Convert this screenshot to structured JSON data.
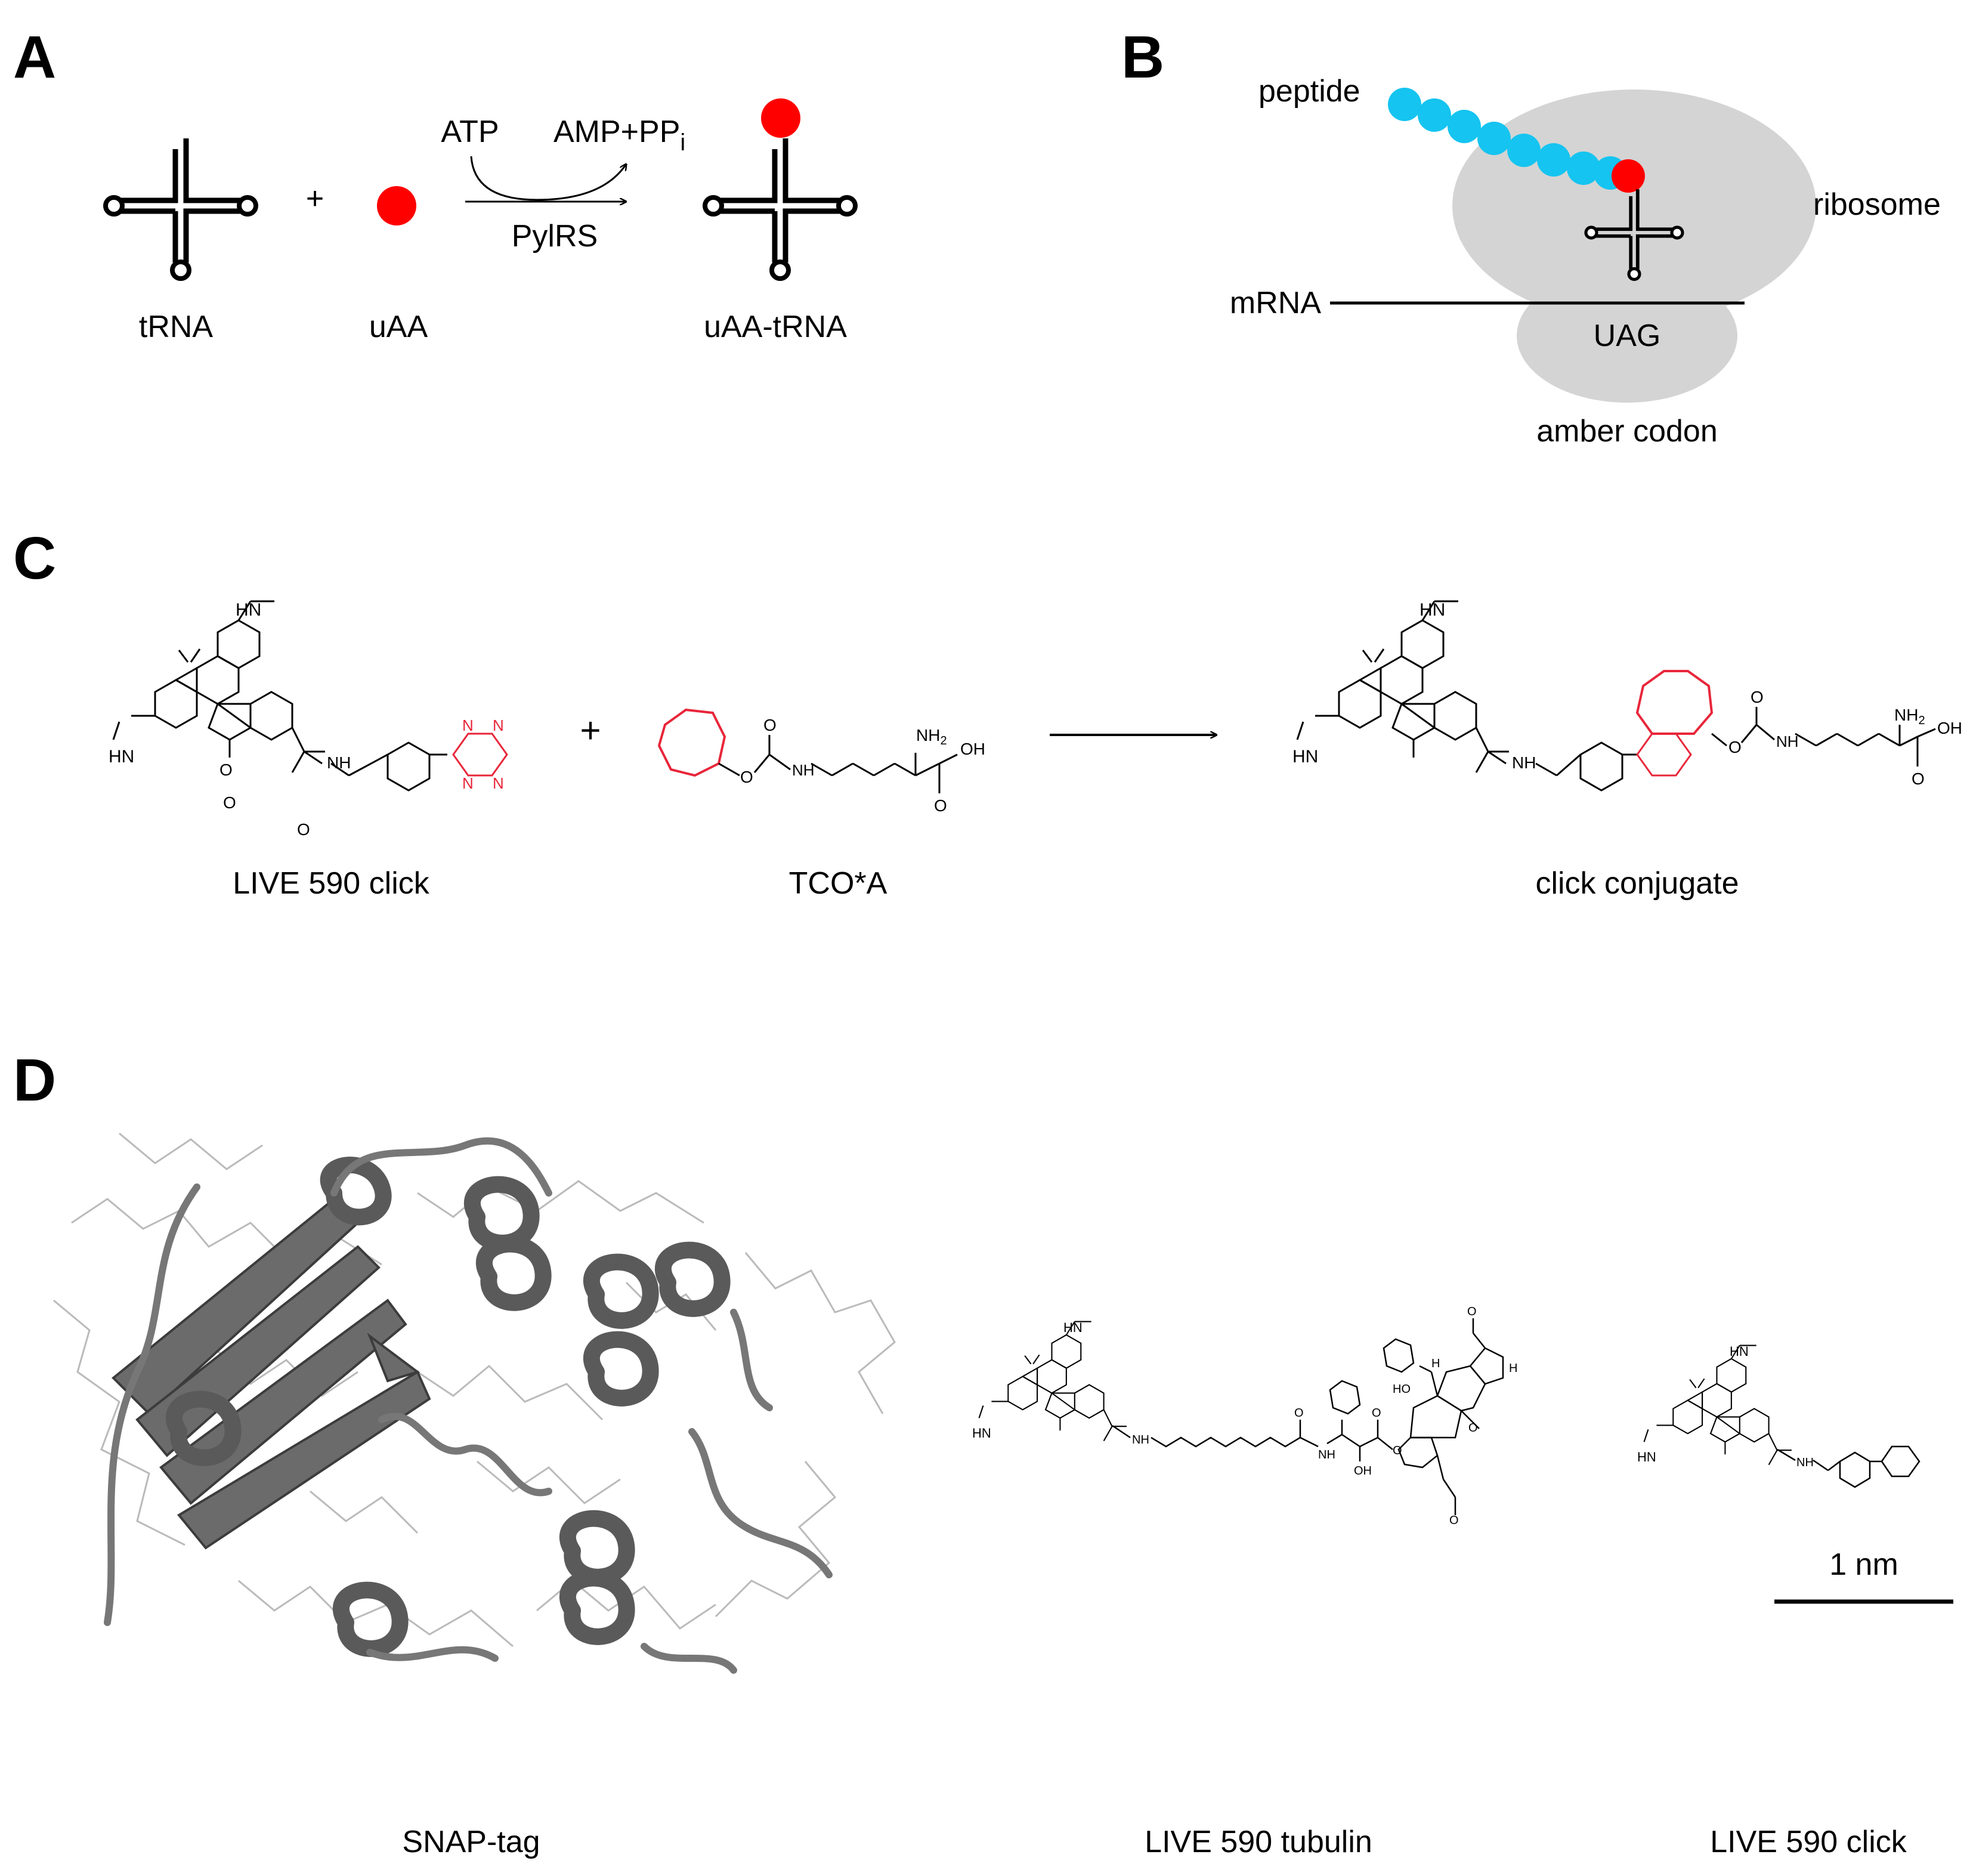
{
  "panels": {
    "a": {
      "letter": "A",
      "trna": "tRNA",
      "uaa": "uAA",
      "plus": "+",
      "atp": "ATP",
      "amp_ppi": "AMP+PP",
      "ppi_sub": "i",
      "pylrs": "PylRS",
      "uaa_trna": "uAA-tRNA"
    },
    "b": {
      "letter": "B",
      "peptide": "peptide",
      "ribosome": "ribosome",
      "mrna": "mRNA",
      "uag": "UAG",
      "amber": "amber codon"
    },
    "c": {
      "letter": "C",
      "live590_click": "LIVE 590 click",
      "tco_a": "TCO*A",
      "conjugate": "click conjugate",
      "plus": "+",
      "atoms": {
        "hn": "HN",
        "nh": "NH",
        "o": "O",
        "n": "N",
        "nh2": "NH",
        "nh2_sub": "2",
        "oh": "OH",
        "h": "H"
      }
    },
    "d": {
      "letter": "D",
      "snap_tag": "SNAP-tag",
      "live590_tubulin": "LIVE 590 tubulin",
      "live590_click": "LIVE 590 click",
      "scale_label": "1 nm",
      "atoms": {
        "ho": "HO",
        "oh": "OH"
      }
    }
  },
  "colors": {
    "ink": "#000000",
    "uaa_red": "#ff0000",
    "peptide_cyan": "#15c4f0",
    "ribosome_gray": "#d4d4d4",
    "tetrazine_red": "#e8263a",
    "protein_gray": "#6b6b6b"
  },
  "icons": [
    "trna-icon",
    "trna-icon",
    "trna-icon",
    "peptide-chain-icon",
    "ribosome-icon",
    "protein-structure-icon"
  ]
}
